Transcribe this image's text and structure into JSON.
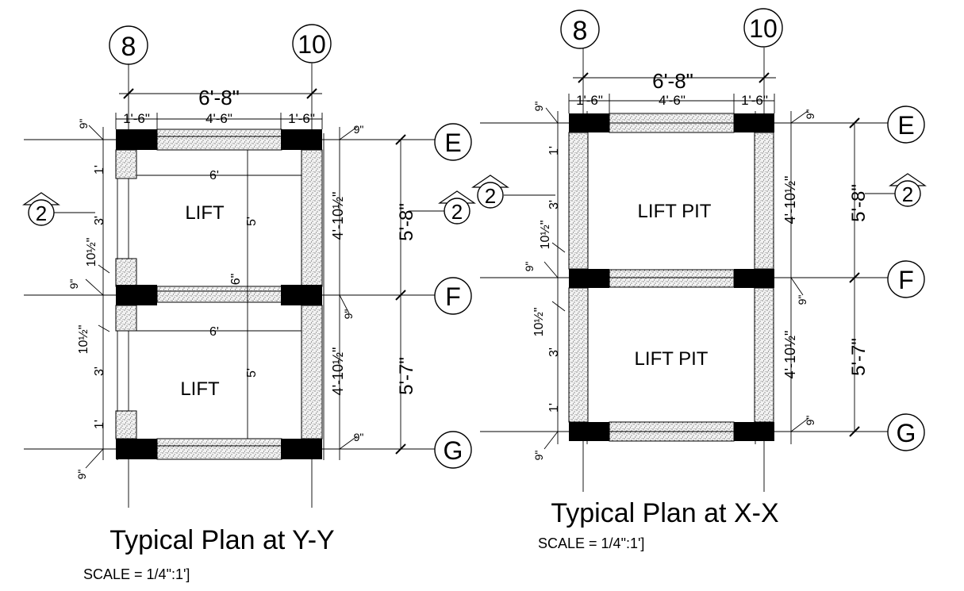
{
  "left_plan": {
    "title": "Typical Plan at Y-Y",
    "scale": "SCALE = 1/4\":1']",
    "grid_top": [
      "8",
      "10"
    ],
    "grid_right": [
      "E",
      "F",
      "G"
    ],
    "section_marker": "2",
    "rooms": [
      "LIFT",
      "LIFT"
    ],
    "dims": {
      "overall_width": "6'-8\"",
      "left_col": "1'-6\"",
      "mid_span": "4'-6\"",
      "right_col": "1'-6\"",
      "inner_width": "6'",
      "inner_height": "5'",
      "slab": "6\"",
      "span_ef": "5'-8\"",
      "span_fg": "5'-7\"",
      "side_right": "4'-10½\"",
      "side_left_3": "3'",
      "side_left_1": "1'",
      "side_left_frac": "10½\"",
      "nine": "9\""
    }
  },
  "right_plan": {
    "title": "Typical Plan at X-X",
    "scale": "SCALE = 1/4\":1']",
    "grid_top": [
      "8",
      "10"
    ],
    "grid_right": [
      "E",
      "F",
      "G"
    ],
    "section_marker": "2",
    "rooms": [
      "LIFT PIT",
      "LIFT PIT"
    ],
    "dims": {
      "overall_width": "6'-8\"",
      "left_col": "1'-6\"",
      "mid_span": "4'-6\"",
      "right_col": "1'-6\"",
      "span_ef": "5'-8\"",
      "span_fg": "5'-7\"",
      "side_right": "4'-10½\"",
      "side_left_3": "3'",
      "side_left_1": "1'",
      "side_left_frac": "10½\"",
      "nine": "9\""
    }
  }
}
